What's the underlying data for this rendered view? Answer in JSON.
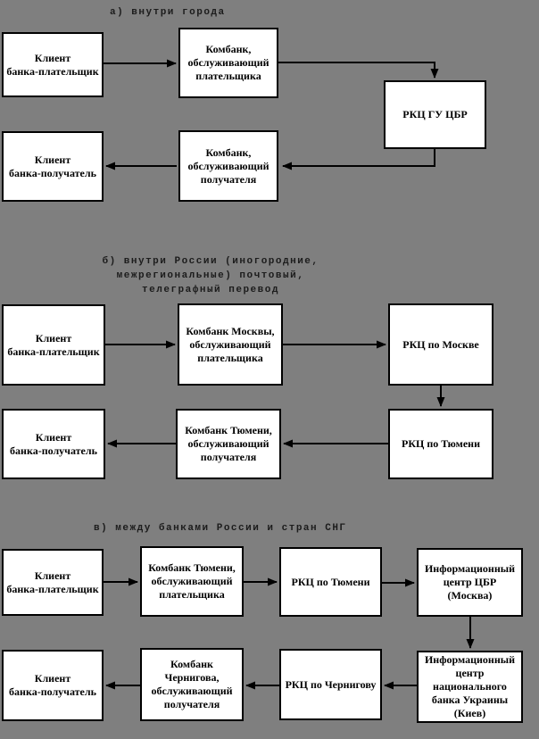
{
  "colors": {
    "background": "#7f7f7f",
    "box_fill": "#ffffff",
    "box_border": "#000000",
    "box_text": "#000000",
    "label_text": "#1c1c1c"
  },
  "sections": {
    "a": {
      "label": "а) внутри города",
      "boxes": {
        "client_payer": "Клиент\nбанка-плательщик",
        "combank_payer": "Комбанк,\nобслуживающий\nплательщика",
        "rkc": "РКЦ ГУ ЦБР",
        "client_receiver": "Клиент\nбанка-получатель",
        "combank_receiver": "Комбанк,\nобслуживающий\nполучателя"
      }
    },
    "b": {
      "label": "б) внутри России (иногородние,\nмежрегиональные) почтовый,\nтелеграфный перевод",
      "boxes": {
        "client_payer": "Клиент\nбанка-плательщик",
        "combank_payer": "Комбанк Москвы,\nобслуживающий\nплательщика",
        "rkc_moscow": "РКЦ по Москве",
        "rkc_tyumen": "РКЦ по Тюмени",
        "combank_receiver": "Комбанк Тюмени,\nобслуживающий\nполучателя",
        "client_receiver": "Клиент\nбанка-получатель"
      }
    },
    "c": {
      "label": "в) между банками России и стран СНГ",
      "boxes": {
        "client_payer": "Клиент\nбанка-плательщик",
        "combank_payer": "Комбанк Тюмени,\nобслуживающий\nплательщика",
        "rkc_tyumen": "РКЦ по Тюмени",
        "info_center_cbr": "Информационный\nцентр ЦБР\n(Москва)",
        "client_receiver": "Клиент\nбанка-получатель",
        "combank_receiver": "Комбанк\nЧернигова,\nобслуживающий\nполучателя",
        "rkc_chernigov": "РКЦ по Чернигову",
        "info_center_ukraine": "Информационный\nцентр\nнационального\nбанка Украины\n(Киев)"
      }
    }
  }
}
